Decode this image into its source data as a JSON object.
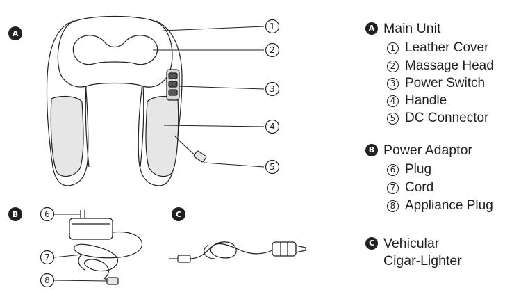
{
  "figure": {
    "badges": {
      "A": "A",
      "B": "B",
      "C": "C"
    },
    "callouts": [
      "1",
      "2",
      "3",
      "4",
      "5",
      "6",
      "7",
      "8"
    ]
  },
  "legend": {
    "main_unit": {
      "badge": "A",
      "title": "Main Unit",
      "items": [
        {
          "num": "1",
          "label": "Leather Cover"
        },
        {
          "num": "2",
          "label": "Massage Head"
        },
        {
          "num": "3",
          "label": "Power Switch"
        },
        {
          "num": "4",
          "label": "Handle"
        },
        {
          "num": "5",
          "label": "DC Connector"
        }
      ]
    },
    "power_adaptor": {
      "badge": "B",
      "title": "Power Adaptor",
      "items": [
        {
          "num": "6",
          "label": "Plug"
        },
        {
          "num": "7",
          "label": "Cord"
        },
        {
          "num": "8",
          "label": "Appliance Plug"
        }
      ]
    },
    "vehicular": {
      "badge": "C",
      "title_line1": "Vehicular",
      "title_line2": "Cigar-Lighter"
    }
  }
}
